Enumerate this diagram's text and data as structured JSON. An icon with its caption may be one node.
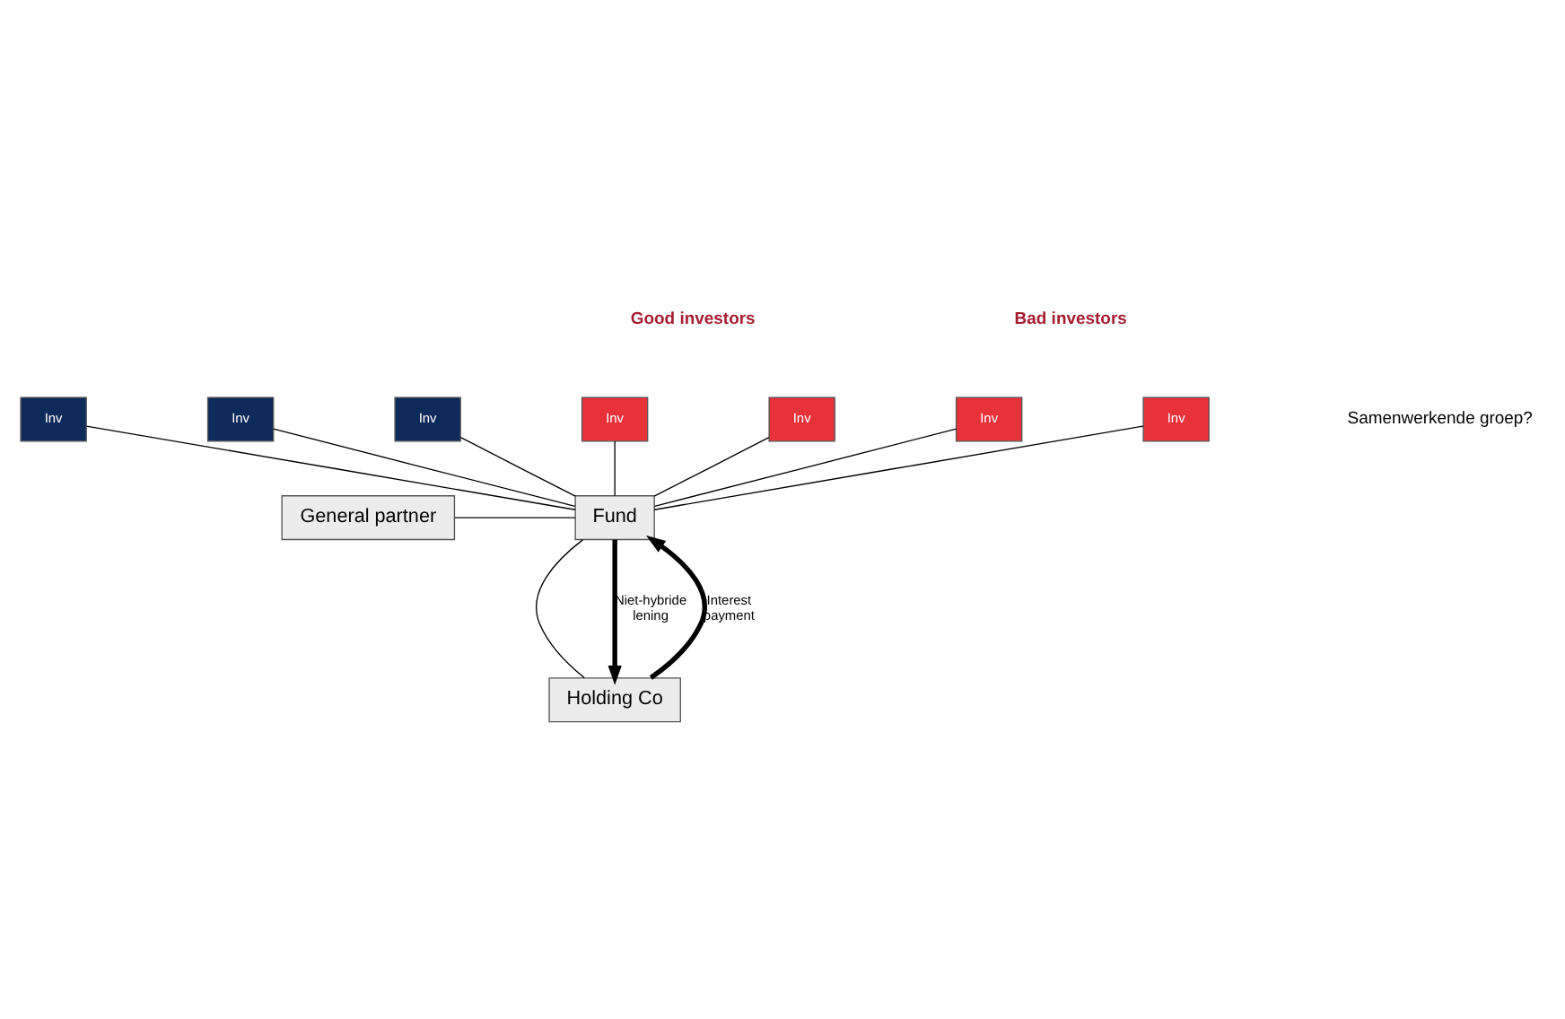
{
  "diagram": {
    "nodes": [
      {
        "text": [
          "Inv"
        ]
      },
      {
        "text": [
          "Inv"
        ]
      },
      {
        "text": [
          "Inv"
        ]
      },
      {
        "text": [
          "Inv"
        ]
      },
      {
        "text": [
          "Inv"
        ]
      },
      {
        "text": [
          "Inv"
        ]
      },
      {
        "text": [
          "Inv"
        ]
      },
      {
        "text": [
          "General partner"
        ]
      },
      {
        "text": [
          "Fund"
        ]
      },
      {
        "text": [
          "Holding Co"
        ]
      }
    ],
    "edges": [
      {
        "from": 0,
        "to": 8,
        "arrow": "none"
      },
      {
        "from": 1,
        "to": 8,
        "arrow": "none"
      },
      {
        "from": 2,
        "to": 8,
        "arrow": "none"
      },
      {
        "from": 3,
        "to": 8,
        "arrow": "none"
      },
      {
        "from": 4,
        "to": 8,
        "arrow": "none"
      },
      {
        "from": 5,
        "to": 8,
        "arrow": "none"
      },
      {
        "from": 6,
        "to": 8,
        "arrow": "none"
      },
      {
        "from": 7,
        "to": 8,
        "arrow": "none"
      },
      {
        "from": 8,
        "to": 9,
        "arrow": "none"
      },
      {
        "from": 8,
        "to": 9,
        "arrow": "to",
        "label": "Niet-hybride lening",
        "style": "thick"
      },
      {
        "from": 9,
        "to": 8,
        "arrow": "to",
        "label": "Interest payment",
        "style": "thick"
      }
    ],
    "labels": [
      "Good investors",
      "Bad investors",
      "Samenwerkende groep?"
    ]
  }
}
